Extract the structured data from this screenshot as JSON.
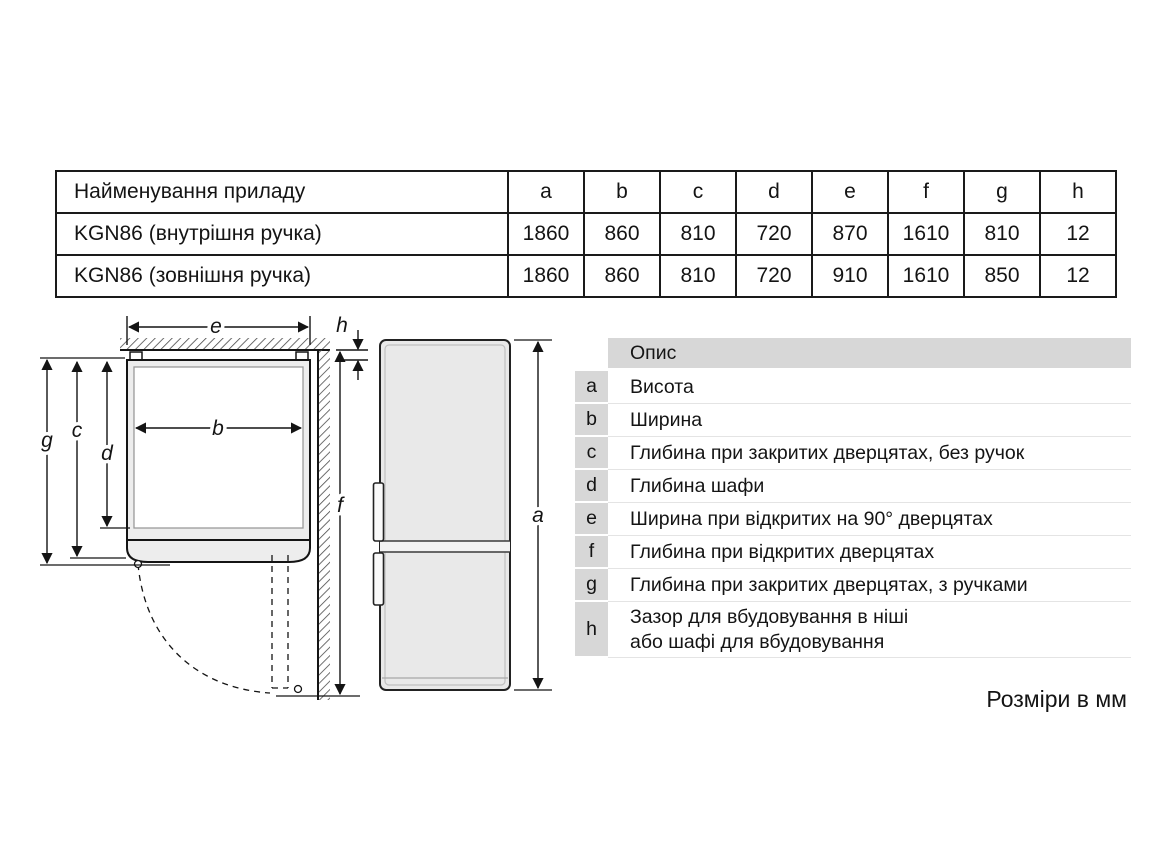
{
  "spec_table": {
    "header": [
      "Найменування приладу",
      "a",
      "b",
      "c",
      "d",
      "e",
      "f",
      "g",
      "h"
    ],
    "rows": [
      [
        "KGN86 (внутрішня ручка)",
        "1860",
        "860",
        "810",
        "720",
        "870",
        "1610",
        "810",
        "12"
      ],
      [
        "KGN86 (зовнішня ручка)",
        "1860",
        "860",
        "810",
        "720",
        "910",
        "1610",
        "850",
        "12"
      ]
    ]
  },
  "legend": {
    "title": "Опис",
    "items": [
      {
        "key": "a",
        "label": "Висота"
      },
      {
        "key": "b",
        "label": "Ширина"
      },
      {
        "key": "c",
        "label": "Глибина при закритих дверцятах, без ручок"
      },
      {
        "key": "d",
        "label": "Глибина шафи"
      },
      {
        "key": "e",
        "label": "Ширина при відкритих на 90° дверцятах"
      },
      {
        "key": "f",
        "label": "Глибина при відкритих дверцятах"
      },
      {
        "key": "g",
        "label": "Глибина при закритих дверцятах, з ручками"
      },
      {
        "key": "h",
        "label": "Зазор для вбудовування в ніші\nабо шафі для вбудовування"
      }
    ]
  },
  "dims": {
    "a": "a",
    "b": "b",
    "c": "c",
    "d": "d",
    "e": "e",
    "f": "f",
    "g": "g",
    "h": "h"
  },
  "footer": {
    "note": "Розміри в мм"
  }
}
